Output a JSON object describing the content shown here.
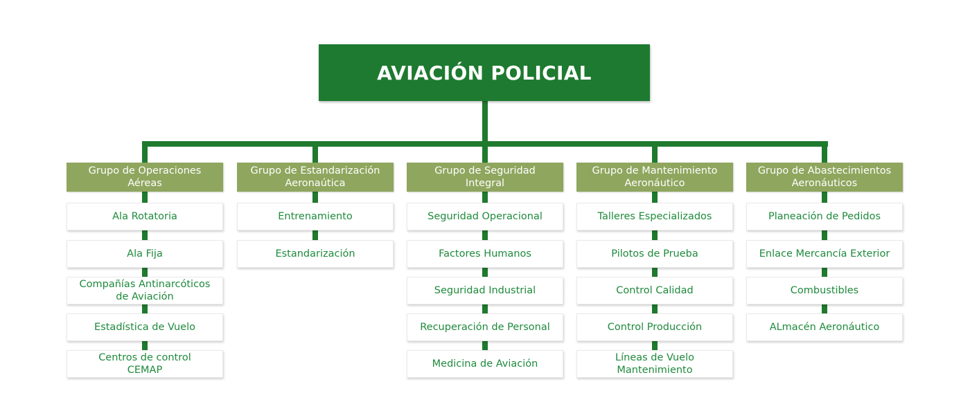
{
  "root": {
    "title": "AVIACIÓN POLICIAL"
  },
  "groups": [
    {
      "header": "Grupo de Operaciones\nAéreas",
      "items": [
        "Ala Rotatoria",
        "Ala Fija",
        "Compañías Antinarcóticos\nde Aviación",
        "Estadística de Vuelo",
        "Centros de control\nCEMAP"
      ]
    },
    {
      "header": "Grupo de Estandarización\nAeronaútica",
      "items": [
        "Entrenamiento",
        "Estandarización"
      ]
    },
    {
      "header": "Grupo de Seguridad\nIntegral",
      "items": [
        "Seguridad Operacional",
        "Factores Humanos",
        "Seguridad Industrial",
        "Recuperación de Personal",
        "Medicina de Aviación"
      ]
    },
    {
      "header": "Grupo de Mantenimiento\nAeronáutico",
      "items": [
        "Talleres Especializados",
        "Pilotos de Prueba",
        "Control Calidad",
        "Control Producción",
        "Líneas de Vuelo\nMantenimiento"
      ]
    },
    {
      "header": "Grupo de Abastecimientos\nAeronáuticos",
      "items": [
        "Planeación de Pedidos",
        "Enlace Mercancía Exterior",
        "Combustibles",
        "ALmacén Aeronáutico"
      ]
    }
  ],
  "colors": {
    "root_fill": "#1e7a30",
    "connector": "#1f7a2e",
    "group_fill": "#8fa65e",
    "item_text": "#1e8a3c"
  }
}
